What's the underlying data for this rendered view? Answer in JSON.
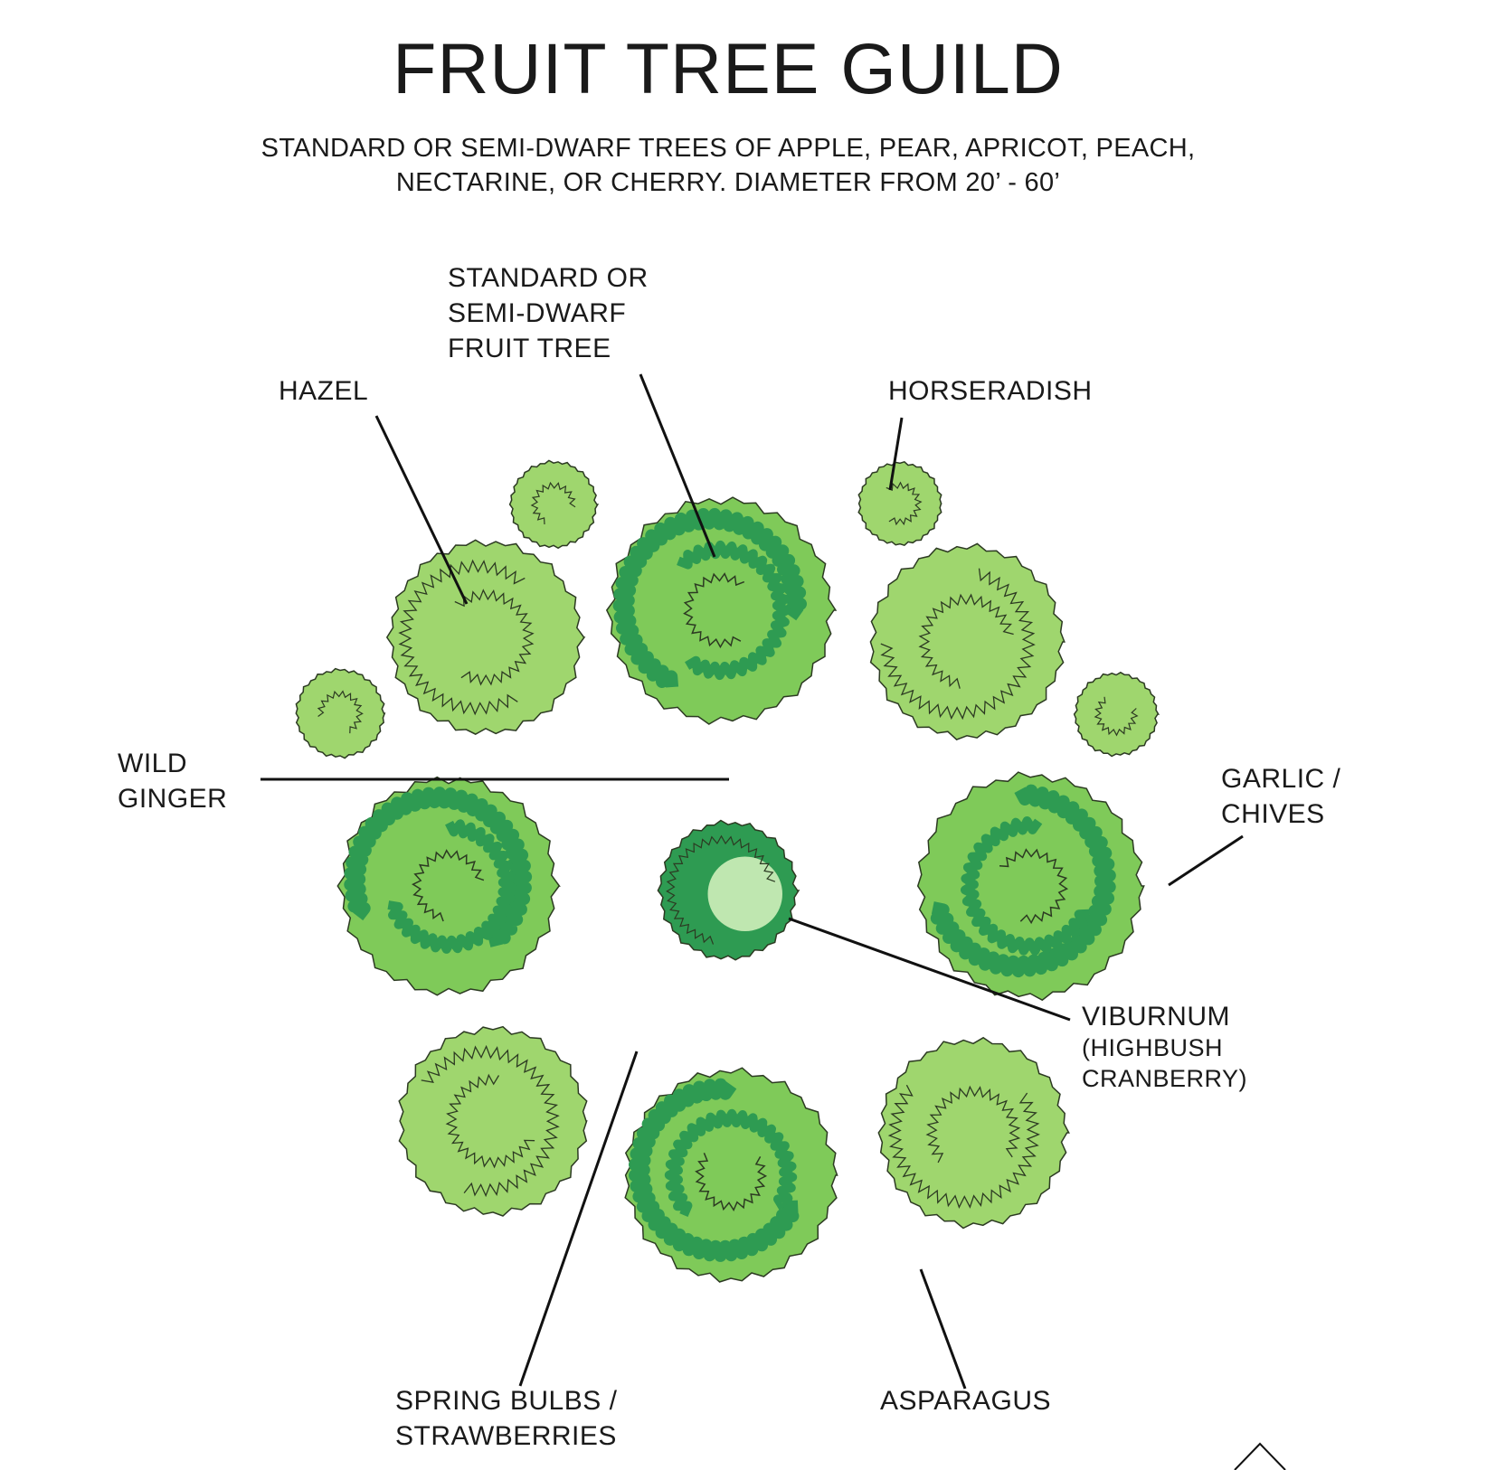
{
  "title": "FRUIT TREE GUILD",
  "subtitle": {
    "line1": "STANDARD OR SEMI-DWARF TREES OF APPLE, PEAR, APRICOT, PEACH,",
    "line2": "NECTARINE, OR CHERRY.  DIAMETER FROM 20’ - 60’"
  },
  "colors": {
    "light_green": "#9fd66e",
    "mid_green": "#7fca59",
    "dark_green": "#2e9b52",
    "outline": "#2c3a22",
    "pale_center": "#bfe7b0"
  },
  "labels": {
    "fruit_tree": [
      "STANDARD OR",
      "SEMI-DWARF",
      "FRUIT TREE"
    ],
    "hazel": "HAZEL",
    "horseradish": "HORSERADISH",
    "wild_ginger": [
      "WILD",
      "GINGER"
    ],
    "garlic_chives": [
      "GARLIC /",
      "CHIVES"
    ],
    "viburnum": "VIBURNUM",
    "viburnum_sub": [
      "(HIGHBUSH",
      "CRANBERRY)"
    ],
    "spring_bulbs": [
      "SPRING BULBS /",
      "STRAWBERRIES"
    ],
    "asparagus": "ASPARAGUS"
  },
  "icons": {
    "north_arrow": "triangle-icon"
  }
}
